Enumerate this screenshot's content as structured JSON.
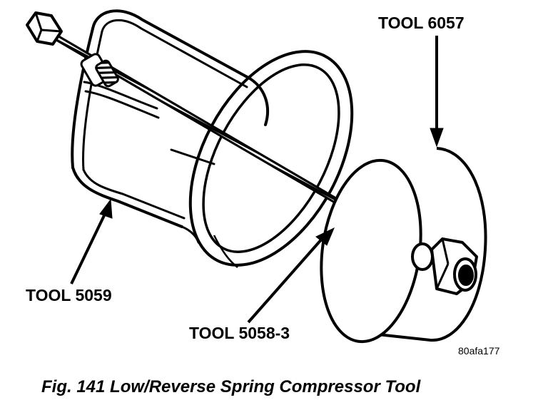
{
  "labels": {
    "tool_6057": "TOOL 6057",
    "tool_5059": "TOOL 5059",
    "tool_5058_3": "TOOL 5058-3"
  },
  "reference_code": "80afa177",
  "caption": "Fig. 141 Low/Reverse Spring Compressor Tool",
  "colors": {
    "ink": "#000000",
    "paper": "#ffffff"
  }
}
